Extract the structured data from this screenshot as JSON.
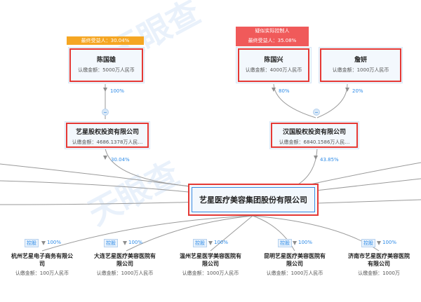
{
  "watermark": {
    "text_1": "天眼查",
    "text_2": "天眼查"
  },
  "shareholders": [
    {
      "name": "陈国雄",
      "capital": "认缴金额：5000万人民币",
      "tag": "最终受益人：30.04%",
      "ratio": "100%"
    },
    {
      "name": "陈国兴",
      "capital": "认缴金额：4000万人民币",
      "tag_top": "疑似实际控制人",
      "tag": "最终受益人：35.08%",
      "ratio": "80%"
    },
    {
      "name": "詹妍",
      "capital": "认缴金额：1000万人民币",
      "ratio": "20%"
    }
  ],
  "holdings": [
    {
      "name": "艺星股权投资有限公司",
      "capital": "认缴金额：4686.1378万人民…",
      "ratio": "30.04%"
    },
    {
      "name": "汉国股权投资有限公司",
      "capital": "认缴金额：6840.1586万人民…",
      "ratio": "43.85%"
    }
  ],
  "main_company": {
    "name": "艺星医疗美容集团股份有限公司"
  },
  "subsidiaries": [
    {
      "name_line1": "杭州艺星电子商务有限公",
      "name_line2": "司",
      "capital": "认缴金额：100万人民币",
      "kong": "控股",
      "ratio": "100%"
    },
    {
      "name_line1": "大连艺星医疗美容医院有",
      "name_line2": "限公司",
      "capital": "认缴金额：1000万人民币",
      "kong": "控股",
      "ratio": "100%"
    },
    {
      "name_line1": "温州艺星医学美容医院有",
      "name_line2": "限公司",
      "capital": "认缴金额：1000万人民币",
      "kong": "控股",
      "ratio": "100%"
    },
    {
      "name_line1": "昆明艺星医疗美容医院有",
      "name_line2": "限公司",
      "capital": "认缴金额：1000万人民币",
      "kong": "控股",
      "ratio": "100%"
    },
    {
      "name_line1": "济南市艺星医疗美容医院",
      "name_line2": "有限公司",
      "capital": "认缴金额：1000万",
      "kong": "控股",
      "ratio": "100%"
    }
  ],
  "colors": {
    "highlight": "#e53935",
    "accent": "#2f8ce8",
    "tag_orange": "#f5a623",
    "tag_red": "#f05a5a"
  }
}
